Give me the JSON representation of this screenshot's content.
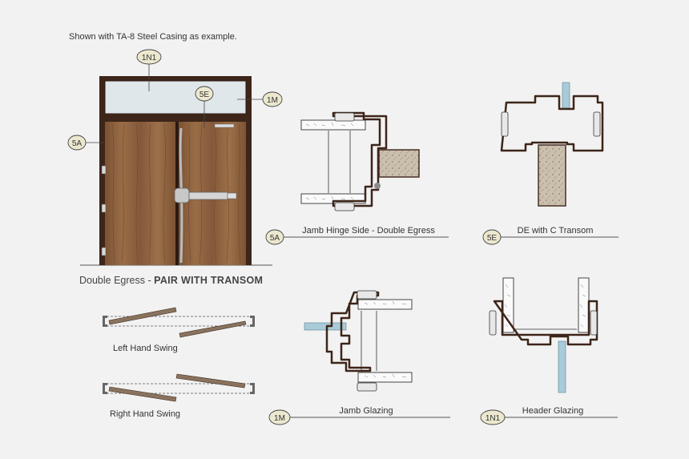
{
  "note": "Shown with TA-8 Steel Casing as example.",
  "door": {
    "title_prefix": "Double Egress - ",
    "title_bold": "PAIR WITH TRANSOM"
  },
  "callouts": {
    "transom_top": "1N1",
    "transom_right": "1M",
    "leaf": "5E",
    "jamb_left": "5A"
  },
  "details": {
    "jamb_hinge": {
      "tag": "5A",
      "caption": "Jamb Hinge Side - Double Egress"
    },
    "de_transom": {
      "tag": "5E",
      "caption": "DE with C Transom"
    },
    "jamb_glazing": {
      "tag": "1M",
      "caption": "Jamb Glazing"
    },
    "header_glazing": {
      "tag": "1N1",
      "caption": "Header Glazing"
    }
  },
  "swings": {
    "left": "Left Hand Swing",
    "right": "Right Hand Swing"
  },
  "colors": {
    "frame": "#3d2519",
    "wood": "#8a5f3d",
    "glass": "#a9cbd9",
    "tag_fill": "#ece8cf",
    "concrete": "#c8bcab",
    "background": "#f2f2f2"
  }
}
